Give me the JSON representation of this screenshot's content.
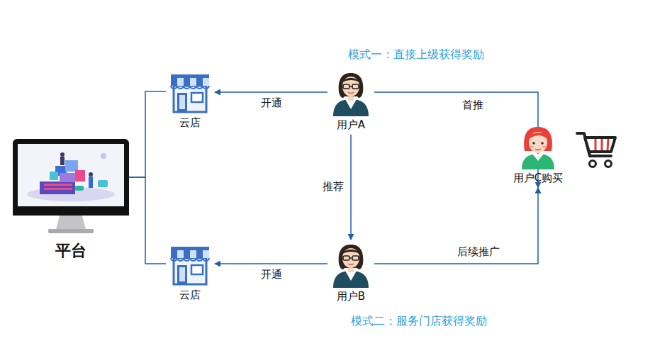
{
  "diagram": {
    "nodes": [
      {
        "text": [
          "平台"
        ]
      },
      {
        "text": [
          "云店"
        ]
      },
      {
        "text": [
          "用户A"
        ]
      },
      {
        "text": [
          "用户C购买"
        ]
      },
      {
        "text": [
          "用户B"
        ]
      },
      {
        "text": [
          "云店"
        ]
      }
    ],
    "edges": [
      {
        "from": 0,
        "to": 1,
        "arrow": "none"
      },
      {
        "from": 0,
        "to": 5,
        "arrow": "none"
      },
      {
        "from": 2,
        "to": 1,
        "label": "开通",
        "arrow": "to"
      },
      {
        "from": 2,
        "to": 3,
        "label": "首推",
        "arrow": "to"
      },
      {
        "from": 2,
        "to": 4,
        "label": "推荐",
        "arrow": "to"
      },
      {
        "from": 4,
        "to": 5,
        "label": "开通",
        "arrow": "to"
      },
      {
        "from": 4,
        "to": 3,
        "label": "后续推广",
        "arrow": "to"
      }
    ],
    "labels": [
      "模式一：直接上级获得奖励",
      "模式二：服务门店获得奖励"
    ]
  }
}
